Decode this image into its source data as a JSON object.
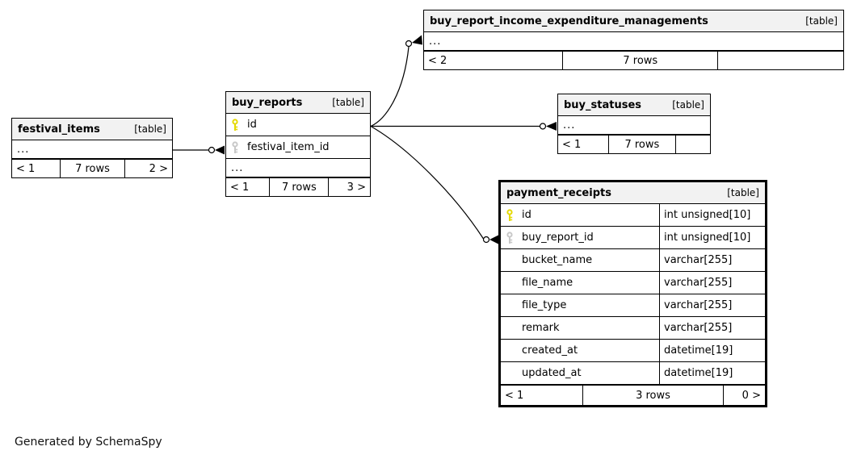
{
  "footer_note": "Generated by SchemaSpy",
  "colors": {
    "primary_key": "#e5d900",
    "foreign_key": "#c8c8c8",
    "table_header_bg": "#f2f2f2",
    "border": "#000000"
  },
  "tables": {
    "festival_items": {
      "name": "festival_items",
      "badge": "[table]",
      "ellipsis": "...",
      "stats": {
        "parents": "< 1",
        "rows": "7 rows",
        "children": "2 >"
      }
    },
    "buy_reports": {
      "name": "buy_reports",
      "badge": "[table]",
      "columns": [
        {
          "name": "id",
          "key": "primary"
        },
        {
          "name": "festival_item_id",
          "key": "foreign"
        }
      ],
      "ellipsis": "...",
      "stats": {
        "parents": "< 1",
        "rows": "7 rows",
        "children": "3 >"
      }
    },
    "buy_report_income_expenditure_managements": {
      "name": "buy_report_income_expenditure_managements",
      "badge": "[table]",
      "ellipsis": "...",
      "stats": {
        "parents": "< 2",
        "rows": "7 rows",
        "children": ""
      }
    },
    "buy_statuses": {
      "name": "buy_statuses",
      "badge": "[table]",
      "ellipsis": "...",
      "stats": {
        "parents": "< 1",
        "rows": "7 rows",
        "children": ""
      }
    },
    "payment_receipts": {
      "name": "payment_receipts",
      "badge": "[table]",
      "columns": [
        {
          "name": "id",
          "type": "int unsigned[10]",
          "key": "primary"
        },
        {
          "name": "buy_report_id",
          "type": "int unsigned[10]",
          "key": "foreign"
        },
        {
          "name": "bucket_name",
          "type": "varchar[255]"
        },
        {
          "name": "file_name",
          "type": "varchar[255]"
        },
        {
          "name": "file_type",
          "type": "varchar[255]"
        },
        {
          "name": "remark",
          "type": "varchar[255]"
        },
        {
          "name": "created_at",
          "type": "datetime[19]"
        },
        {
          "name": "updated_at",
          "type": "datetime[19]"
        }
      ],
      "stats": {
        "parents": "< 1",
        "rows": "3 rows",
        "children": "0 >"
      }
    }
  },
  "relationships": [
    {
      "from": "buy_reports.id",
      "to": "buy_report_income_expenditure_managements"
    },
    {
      "from": "buy_reports.id",
      "to": "buy_statuses"
    },
    {
      "from": "buy_reports.id",
      "to": "payment_receipts.buy_report_id"
    },
    {
      "from": "festival_items",
      "to": "buy_reports.festival_item_id"
    }
  ]
}
